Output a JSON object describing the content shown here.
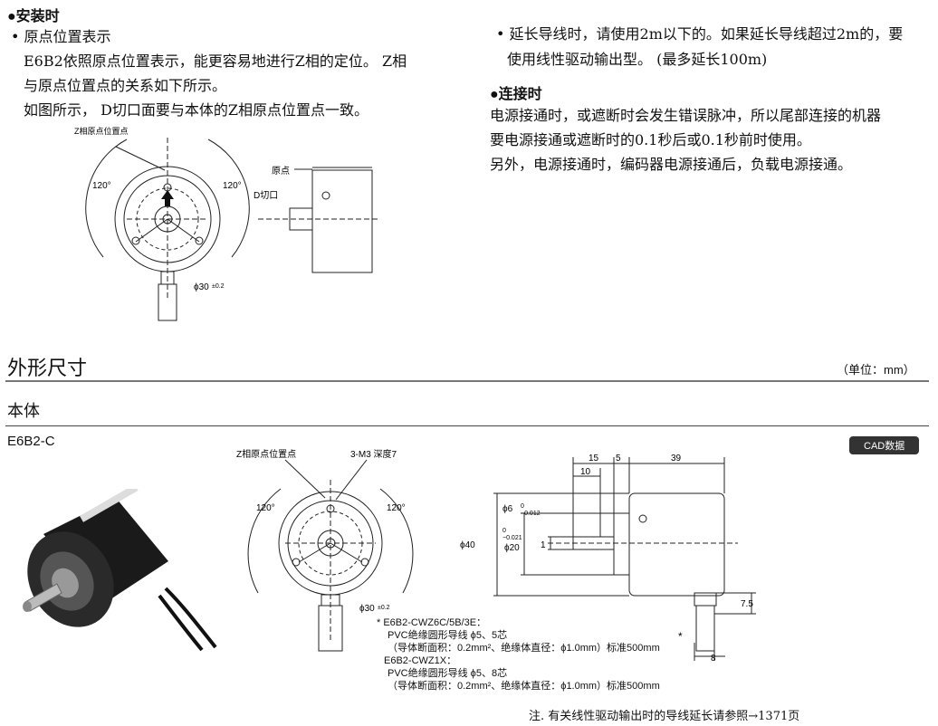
{
  "install": {
    "heading": "●安装时",
    "sub_heading": "• 原点位置表示",
    "lines": [
      "E6B2依照原点位置表示，能更容易地进行Z相的定位。 Z相",
      "与原点位置点的关系如下所示。",
      "如图所示， D切口面要与本体的Z相原点位置点一致。"
    ],
    "diagram": {
      "z_label": "Z相原点位置点",
      "angle_left": "120°",
      "angle_right": "120°",
      "origin_label": "原点",
      "d_cut_label": "D切口",
      "dia_label": "ϕ30",
      "dia_tol": "±0.2"
    }
  },
  "extension": {
    "lines": [
      "• 延长导线时，请使用2m以下的。如果延长导线超过2m的，要",
      "使用线性驱动输出型。 (最多延长100m)"
    ]
  },
  "connection": {
    "heading": "●连接时",
    "lines": [
      "电源接通时，或遮断时会发生错误脉冲，所以尾部连接的机器",
      "要电源接通或遮断时的0.1秒后或0.1秒前时使用。",
      "另外，电源接通时，编码器电源接通后，负载电源接通。"
    ]
  },
  "dimensions": {
    "title": "外形尺寸",
    "unit": "（单位：mm）",
    "body_title": "本体",
    "model": "E6B2-C",
    "cad_badge": "CAD数据",
    "front": {
      "z_label": "Z相原点位置点",
      "hole_label": "3-M3  深度7",
      "angle_left": "120°",
      "angle_right": "120°",
      "dia_label": "ϕ30",
      "dia_tol": "±0.2"
    },
    "side": {
      "d15": "15",
      "d5": "5",
      "d39": "39",
      "d10": "10",
      "phi6": "ϕ6",
      "phi6_tol_top": "0",
      "phi6_tol_bottom": "−0.012",
      "phi20": "ϕ20",
      "phi20_tol_top": "0",
      "phi20_tol_bottom": "−0.021",
      "phi40": "ϕ40",
      "d1": "1",
      "d7_5": "7.5",
      "d8": "8",
      "star": "*"
    },
    "notes": {
      "star": "*",
      "l1": "E6B2-CWZ6C/5B/3E：",
      "l2": "PVC绝缘圆形导线 ϕ5、5芯",
      "l3": "（导体断面积：0.2mm²、绝缘体直径：ϕ1.0mm）标准500mm",
      "l4": "E6B2-CWZ1X：",
      "l5": "PVC绝缘圆形导线 ϕ5、8芯",
      "l6": "（导体断面积：0.2mm²、绝缘体直径：ϕ1.0mm）标准500mm"
    },
    "footer_note": "注. 有关线性驱动输出时的导线延长请参照→1371页"
  },
  "colors": {
    "text": "#111111",
    "badge_bg": "#333333",
    "encoder": "#1a1a1a"
  }
}
